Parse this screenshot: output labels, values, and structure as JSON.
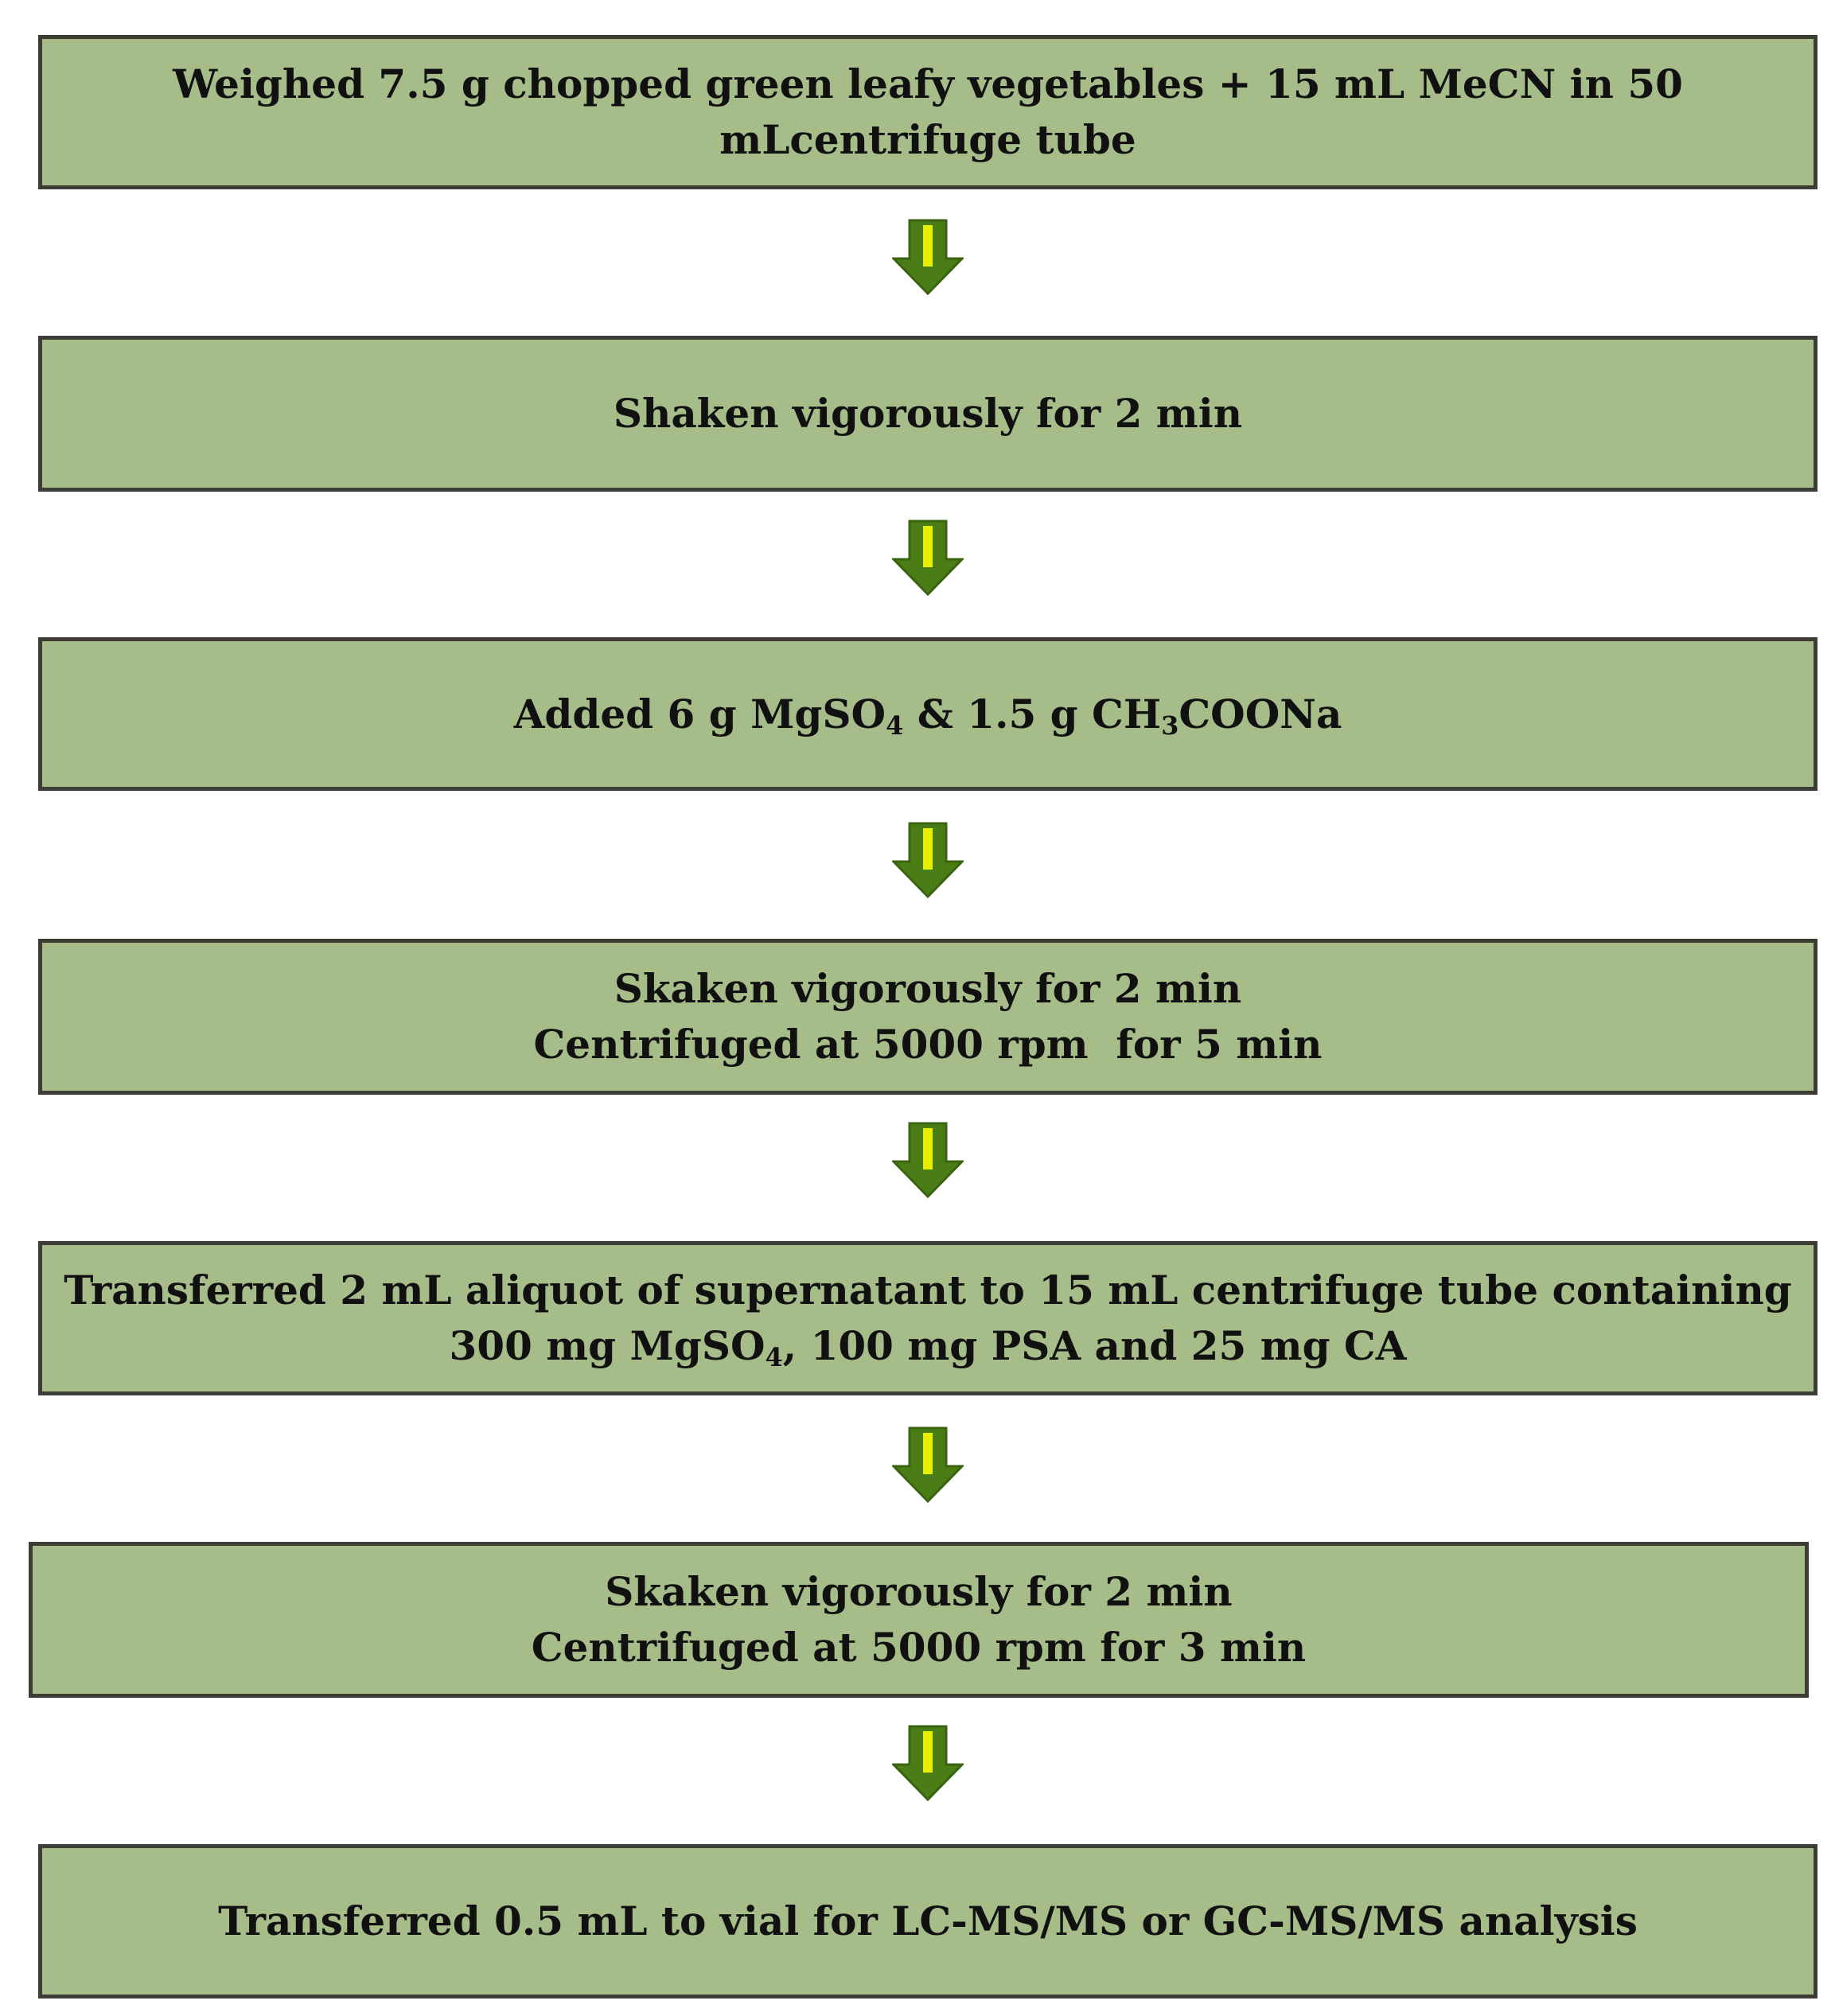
{
  "colors": {
    "box_fill": "#a6bd8a",
    "box_border": "#3d3d35",
    "arrow_fill": "#4b7d16",
    "arrow_stroke": "#3a6310",
    "arrow_core": "#e8ee00"
  },
  "icons": {
    "connector": "down-arrow-icon"
  },
  "steps": [
    {
      "line1": "Weighed 7.5 g chopped green leafy vegetables + 15 mL MeCN in 50",
      "line2": "mLcentrifuge tube"
    },
    {
      "line1": "Shaken vigorously for 2 min"
    },
    {
      "line1": {
        "a": "Added 6 g MgSO",
        "a_sub": "4",
        "b": " & 1.5 g CH",
        "b_sub": "3",
        "c": "COONa"
      }
    },
    {
      "line1": "Skaken vigorously for 2 min",
      "line2": "Centrifuged at 5000 rpm  for 5 min"
    },
    {
      "line1": "Transferred 2 mL aliquot of supernatant to 15 mL centrifuge tube containing",
      "line2": {
        "a": "300 mg MgSO",
        "a_sub": "4",
        "b": ", 100 mg PSA and 25 mg CA"
      }
    },
    {
      "line1": "Skaken vigorously for 2 min",
      "line2": "Centrifuged at 5000 rpm for 3 min"
    },
    {
      "line1": "Transferred 0.5 mL to vial for LC-MS/MS or GC-MS/MS analysis"
    }
  ]
}
